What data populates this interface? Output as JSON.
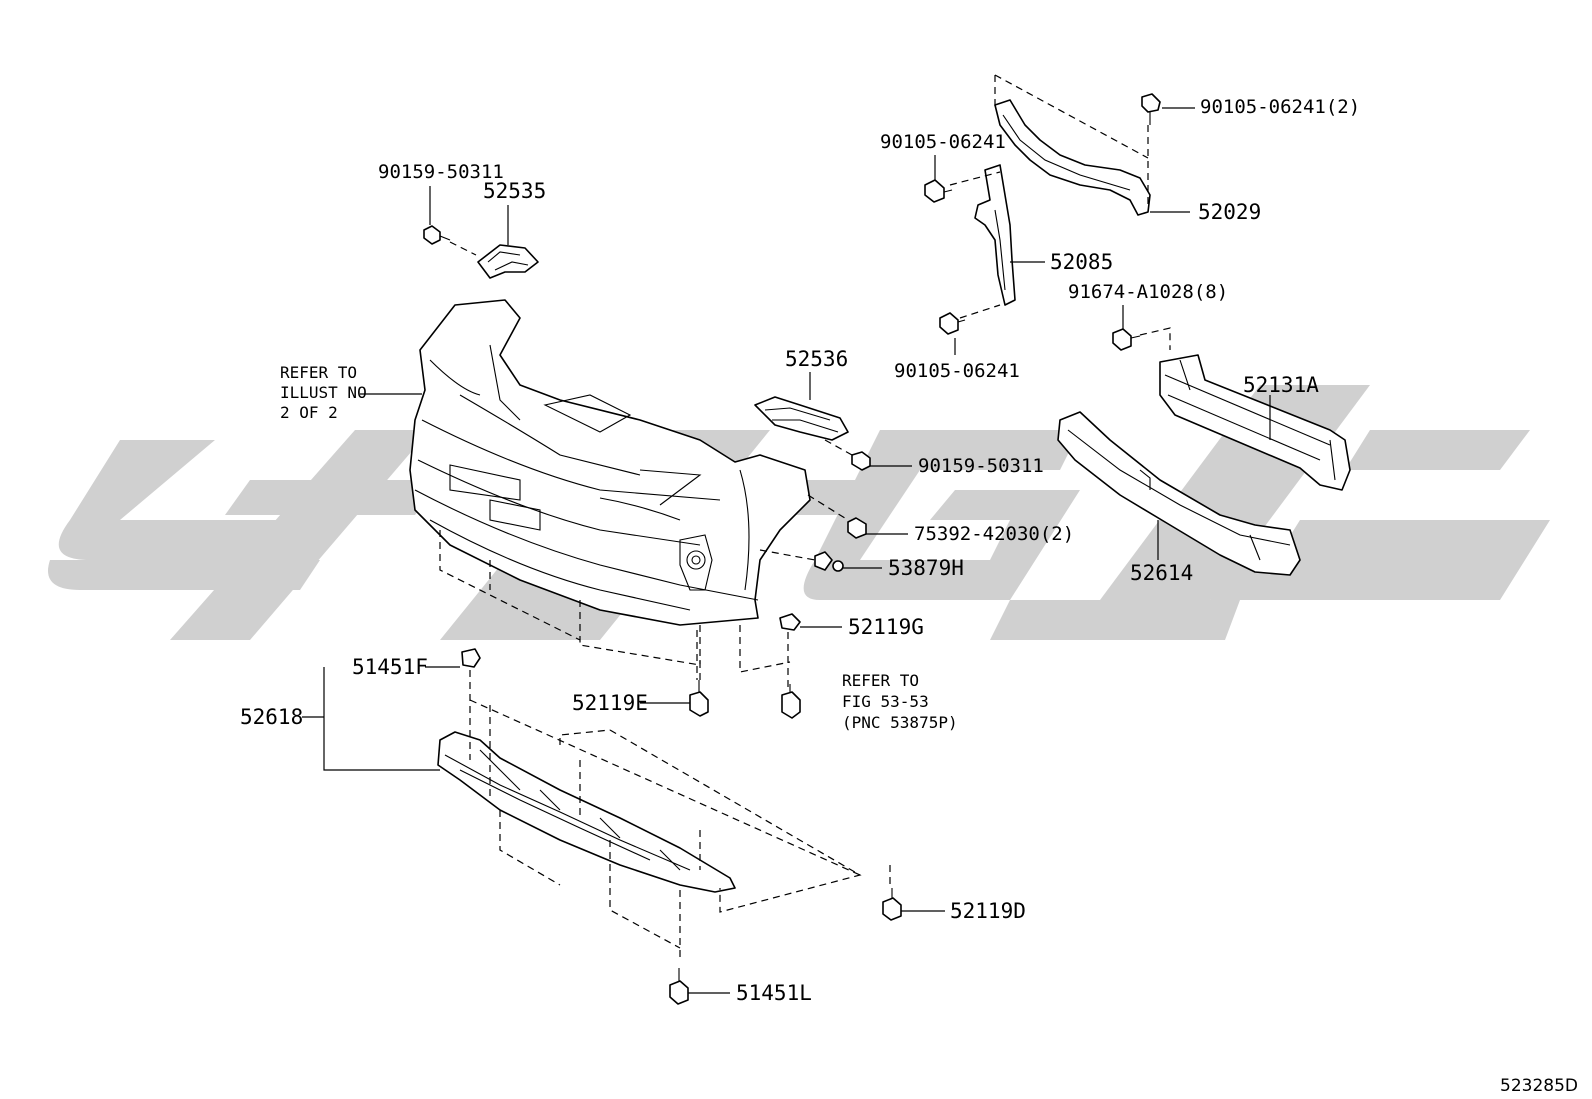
{
  "watermark": {
    "color": "#d0d0d0"
  },
  "parts": [
    {
      "id": "p-90159-50311-a",
      "number": "90159-50311"
    },
    {
      "id": "p-52535",
      "number": "52535"
    },
    {
      "id": "p-90105-06241-2",
      "number": "90105-06241(2)"
    },
    {
      "id": "p-90105-06241-a",
      "number": "90105-06241"
    },
    {
      "id": "p-52029",
      "number": "52029"
    },
    {
      "id": "p-52085",
      "number": "52085"
    },
    {
      "id": "p-91674-a1028-8",
      "number": "91674-A1028(8)"
    },
    {
      "id": "p-90105-06241-b",
      "number": "90105-06241"
    },
    {
      "id": "p-52536",
      "number": "52536"
    },
    {
      "id": "p-52131a",
      "number": "52131A"
    },
    {
      "id": "p-90159-50311-b",
      "number": "90159-50311"
    },
    {
      "id": "p-75392-42030-2",
      "number": "75392-42030(2)"
    },
    {
      "id": "p-53879h",
      "number": "53879H"
    },
    {
      "id": "p-52614",
      "number": "52614"
    },
    {
      "id": "p-52119g",
      "number": "52119G"
    },
    {
      "id": "p-51451f",
      "number": "51451F"
    },
    {
      "id": "p-52618",
      "number": "52618"
    },
    {
      "id": "p-52119e",
      "number": "52119E"
    },
    {
      "id": "p-52119d",
      "number": "52119D"
    },
    {
      "id": "p-51451l",
      "number": "51451L"
    }
  ],
  "notes": {
    "refer_illust": [
      "REFER TO",
      "ILLUST NO",
      "2 OF 2"
    ],
    "refer_fig": [
      "REFER TO",
      "FIG 53-53",
      "(PNC 53875P)"
    ]
  },
  "diagram_code": "523285D"
}
